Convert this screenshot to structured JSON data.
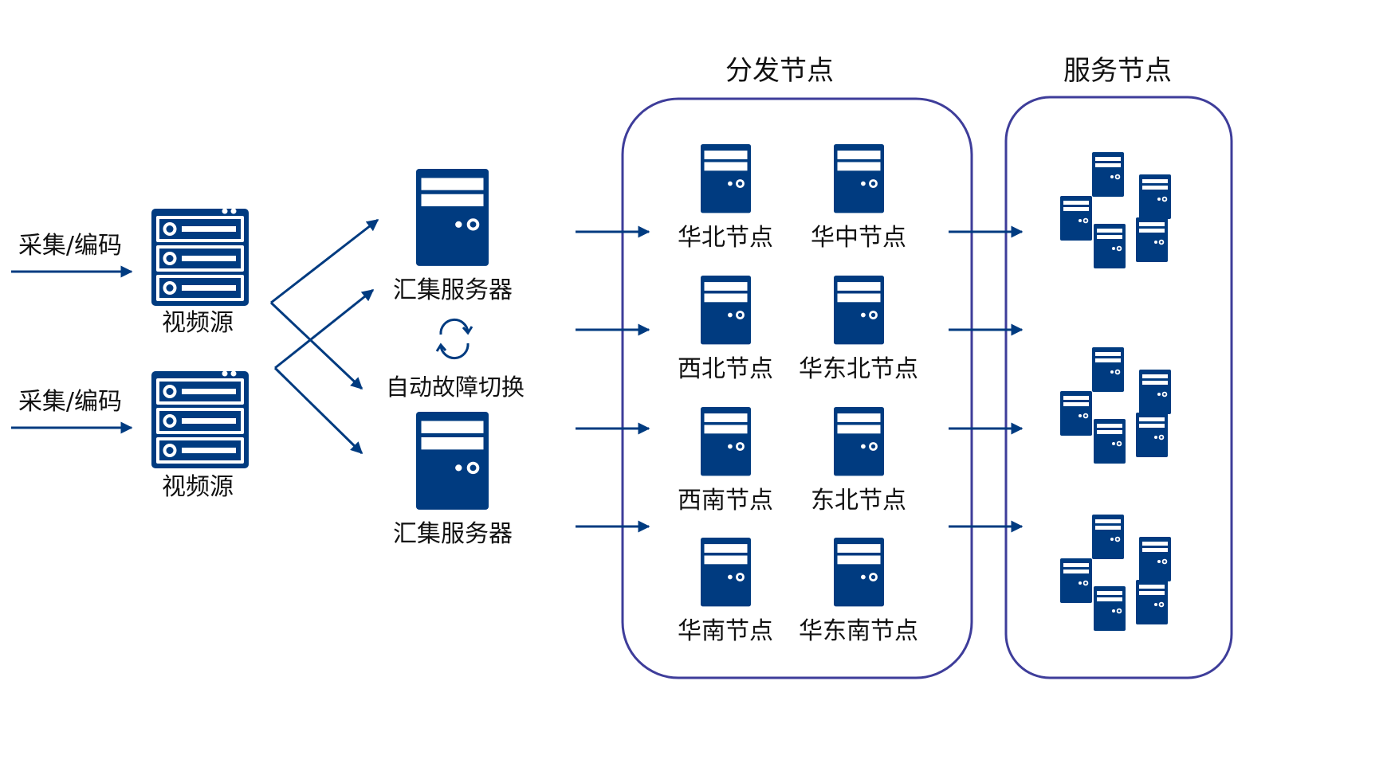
{
  "headers": {
    "distribution": "分发节点",
    "service": "服务节点"
  },
  "sources": [
    {
      "input_label": "采集/编码",
      "label": "视频源"
    },
    {
      "input_label": "采集/编码",
      "label": "视频源"
    }
  ],
  "aggregation": {
    "server_top": "汇集服务器",
    "server_bottom": "汇集服务器",
    "failover": "自动故障切换"
  },
  "distribution_nodes": [
    "华北节点",
    "华中节点",
    "西北节点",
    "华东北节点",
    "西南节点",
    "东北节点",
    "华南节点",
    "华东南节点"
  ],
  "colors": {
    "navy": "#003B80",
    "border": "#3E3D9A",
    "text": "#111111"
  },
  "icons": {
    "source": "rack-server-icon",
    "server": "tower-server-icon",
    "failover": "sync-icon",
    "service": "server-cluster-icon"
  }
}
